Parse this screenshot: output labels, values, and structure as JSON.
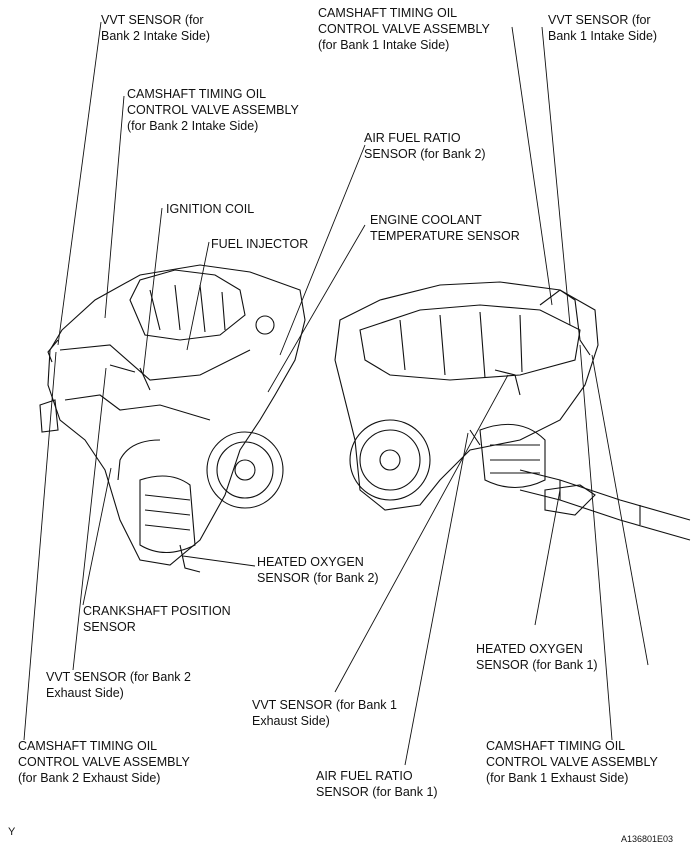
{
  "labels": {
    "vvt_b2_in": [
      "VVT SENSOR (for",
      "Bank 2 Intake Side)"
    ],
    "ocv_b1_in": [
      "CAMSHAFT TIMING OIL",
      "CONTROL VALVE ASSEMBLY",
      "(for Bank 1 Intake Side)"
    ],
    "vvt_b1_in": [
      "VVT SENSOR (for",
      "Bank 1 Intake Side)"
    ],
    "ocv_b2_in": [
      "CAMSHAFT TIMING OIL",
      "CONTROL VALVE ASSEMBLY",
      "(for Bank 2 Intake Side)"
    ],
    "af_b2": [
      "AIR FUEL RATIO",
      "SENSOR (for Bank 2)"
    ],
    "ign_coil": [
      "IGNITION COIL"
    ],
    "fuel_inj": [
      "FUEL INJECTOR"
    ],
    "ect": [
      "ENGINE COOLANT",
      "TEMPERATURE SENSOR"
    ],
    "ho2_b2": [
      "HEATED OXYGEN",
      "SENSOR (for Bank 2)"
    ],
    "ckp": [
      "CRANKSHAFT POSITION",
      "SENSOR"
    ],
    "ho2_b1": [
      "HEATED OXYGEN",
      "SENSOR (for Bank 1)"
    ],
    "vvt_b2_ex": [
      "VVT SENSOR (for Bank 2",
      "Exhaust Side)"
    ],
    "vvt_b1_ex": [
      "VVT SENSOR (for Bank 1",
      "Exhaust Side)"
    ],
    "ocv_b2_ex": [
      "CAMSHAFT TIMING OIL",
      "CONTROL VALVE ASSEMBLY",
      "(for Bank 2 Exhaust Side)"
    ],
    "ocv_b1_ex": [
      "CAMSHAFT TIMING OIL",
      "CONTROL VALVE ASSEMBLY",
      "(for Bank 1 Exhaust Side)"
    ],
    "af_b1": [
      "AIR FUEL RATIO",
      "SENSOR (for Bank 1)"
    ]
  },
  "footer": {
    "corner_mark": "Y",
    "figure_code": "A136801E03"
  }
}
